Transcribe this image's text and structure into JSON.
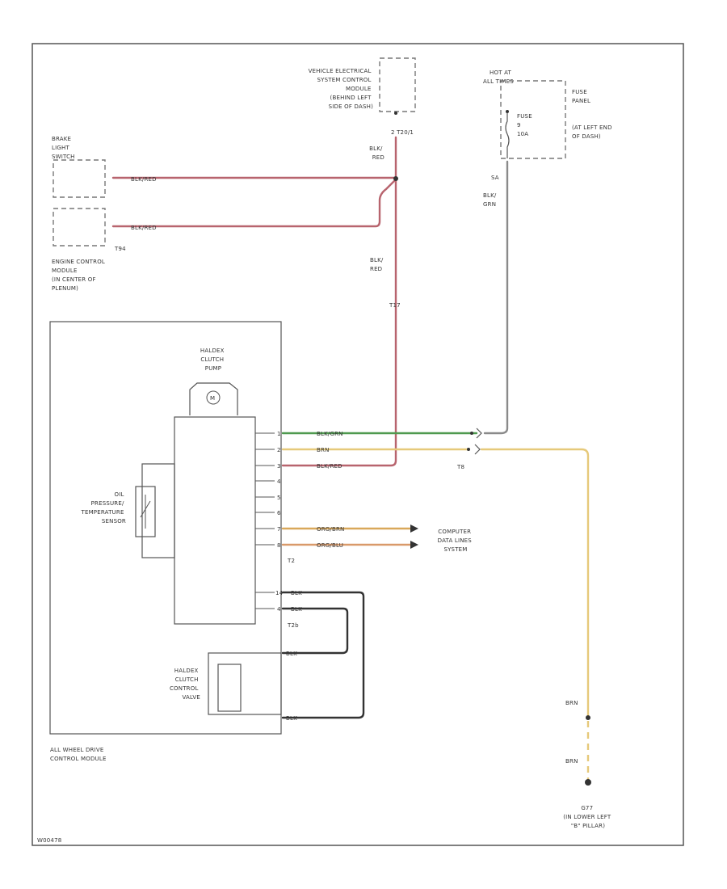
{
  "colors": {
    "blk_red": "#b8646e",
    "blk_grn": "#4f9a4f",
    "brn": "#e6c97a",
    "org_brn": "#d9a85a",
    "org_blu": "#d99a6a",
    "blk": "#333333",
    "gray": "#777777"
  },
  "labels": {
    "vecm": [
      "VEHICLE ELECTRICAL",
      "SYSTEM CONTROL",
      "MODULE",
      "(BEHIND LEFT",
      "SIDE OF DASH)"
    ],
    "vecm_pin": "2 T20/1",
    "hot": [
      "HOT AT",
      "ALL TIMES"
    ],
    "fuse_panel": [
      "FUSE",
      "PANEL",
      "(AT LEFT END",
      "OF DASH)"
    ],
    "fuse": [
      "FUSE",
      "9",
      "10A"
    ],
    "brake": [
      "BRAKE",
      "LIGHT",
      "SWITCH"
    ],
    "ecm": [
      "ENGINE CONTROL",
      "MODULE",
      "(IN CENTER OF",
      "PLENUM)"
    ],
    "ecm_pin": "T94",
    "t17": "T17",
    "sa": "SA",
    "valdex_pump": [
      "HALDEX",
      "CLUTCH",
      "PUMP"
    ],
    "oil_sensor": [
      "OIL",
      "PRESSURE/",
      "TEMPERATURE",
      "SENSOR"
    ],
    "computer": [
      "COMPUTER",
      "DATA LINES",
      "SYSTEM"
    ],
    "t2": "T2",
    "t8": "T8",
    "t2b": "T2b",
    "valve": [
      "HALDEX",
      "CLUTCH",
      "CONTROL",
      "VALVE"
    ],
    "awd": [
      "ALL WHEEL DRIVE",
      "CONTROL MODULE"
    ],
    "ground": [
      "G77",
      "(IN LOWER LEFT",
      "\"B\" PILLAR)"
    ],
    "code": "W00478"
  },
  "wires": {
    "blk_red": "BLK/RED",
    "blk_red_v1": [
      "BLK/",
      "RED"
    ],
    "blk_red_v2": [
      "BLK/",
      "RED"
    ],
    "blk_grn_v": [
      "BLK/",
      "GRN"
    ],
    "blk_grn": "BLK/GRN",
    "brn": "BRN",
    "org_brn": "ORG/BRN",
    "org_blu": "ORG/BLU",
    "blk": "BLK"
  },
  "pins": {
    "p1": "1",
    "p2": "2",
    "p3": "3",
    "p4": "4",
    "p5": "5",
    "p6": "6",
    "p7": "7",
    "p8": "8",
    "m": "M",
    "p14": "14",
    "p4b": "4"
  }
}
